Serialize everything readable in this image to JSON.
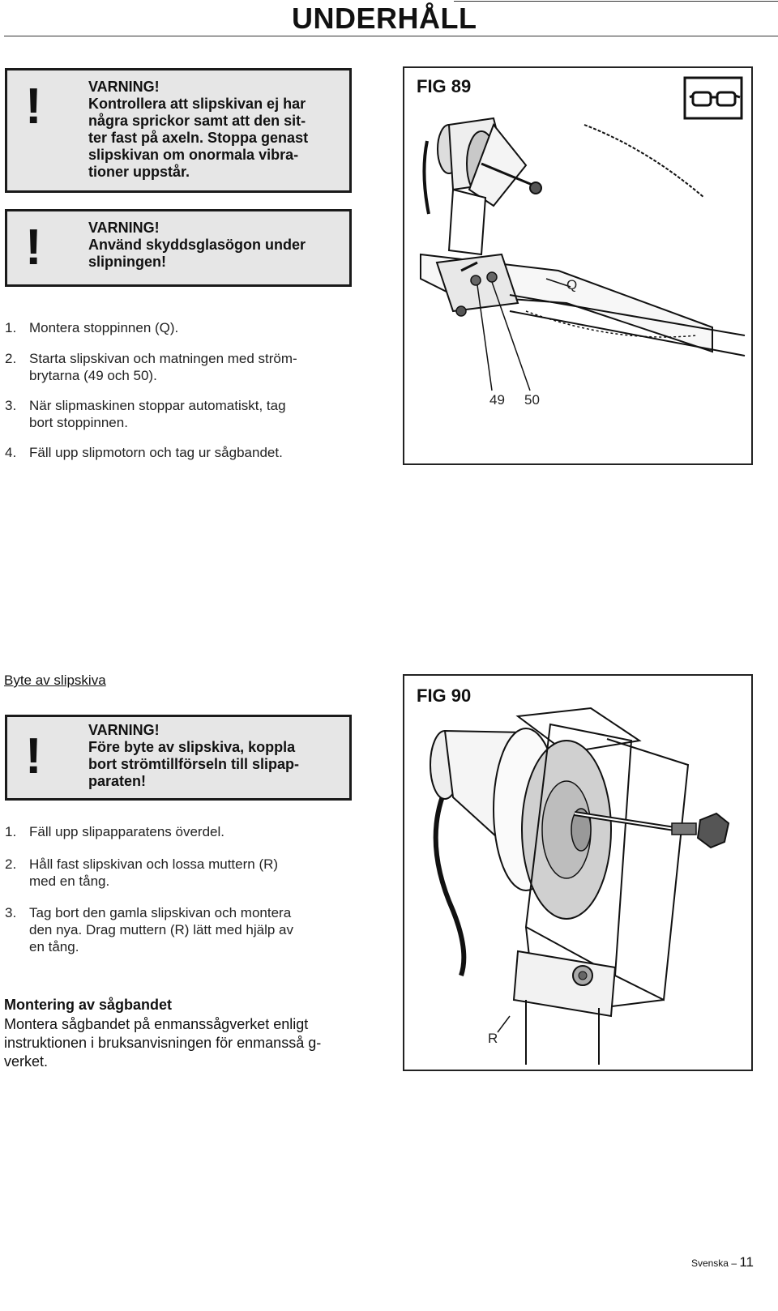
{
  "header": {
    "title": "UNDERHÅLL"
  },
  "warnings": [
    {
      "bang": "!",
      "lines": [
        "VARNING!",
        "Kontrollera att slipskivan ej har",
        "några sprickor samt att den sit-",
        "ter fast på axeln. Stoppa genast",
        "slipskivan om onormala vibra-",
        "tioner uppstår."
      ]
    },
    {
      "bang": "!",
      "lines": [
        "VARNING!",
        "Använd skyddsglasögon under",
        "slipningen!"
      ]
    },
    {
      "bang": "!",
      "lines": [
        "VARNING!",
        "Före byte av slipskiva, koppla",
        "bort strömtillförseln till slipap-",
        "paraten!"
      ]
    }
  ],
  "steps_a": [
    {
      "num": "1.",
      "lines": [
        "Montera stoppinnen (Q)."
      ]
    },
    {
      "num": "2.",
      "lines": [
        "Starta slipskivan och matningen med ström-",
        "brytarna (49 och 50)."
      ]
    },
    {
      "num": "3.",
      "lines": [
        "När slipmaskinen stoppar automatiskt, tag",
        "bort stoppinnen."
      ]
    },
    {
      "num": "4.",
      "lines": [
        "Fäll upp slipmotorn och tag ur sågbandet."
      ]
    }
  ],
  "fig89": {
    "label": "FIG 89",
    "callout_q": "Q",
    "callout_49": "49",
    "callout_50": "50",
    "icon": "safety-glasses-icon"
  },
  "section_b": {
    "title": "Byte av slipskiva"
  },
  "steps_b": [
    {
      "num": "1.",
      "lines": [
        "Fäll upp slipapparatens överdel."
      ]
    },
    {
      "num": "2.",
      "lines": [
        "Håll fast slipskivan och lossa muttern (R)",
        "med en tång."
      ]
    },
    {
      "num": "3.",
      "lines": [
        "Tag bort den gamla slipskivan och montera",
        "den nya. Drag muttern (R) lätt med hjälp av",
        "en tång."
      ]
    }
  ],
  "fig90": {
    "label": "FIG 90",
    "callout_r": "R"
  },
  "montering": {
    "title": "Montering av sågbandet",
    "lines": [
      "Montera sågbandet på enmanssågverket enligt",
      "instruktionen i bruksanvisningen för enmansså g-",
      "verket."
    ]
  },
  "footer": {
    "language": "Svenska",
    "dash": "–",
    "page": "11"
  }
}
